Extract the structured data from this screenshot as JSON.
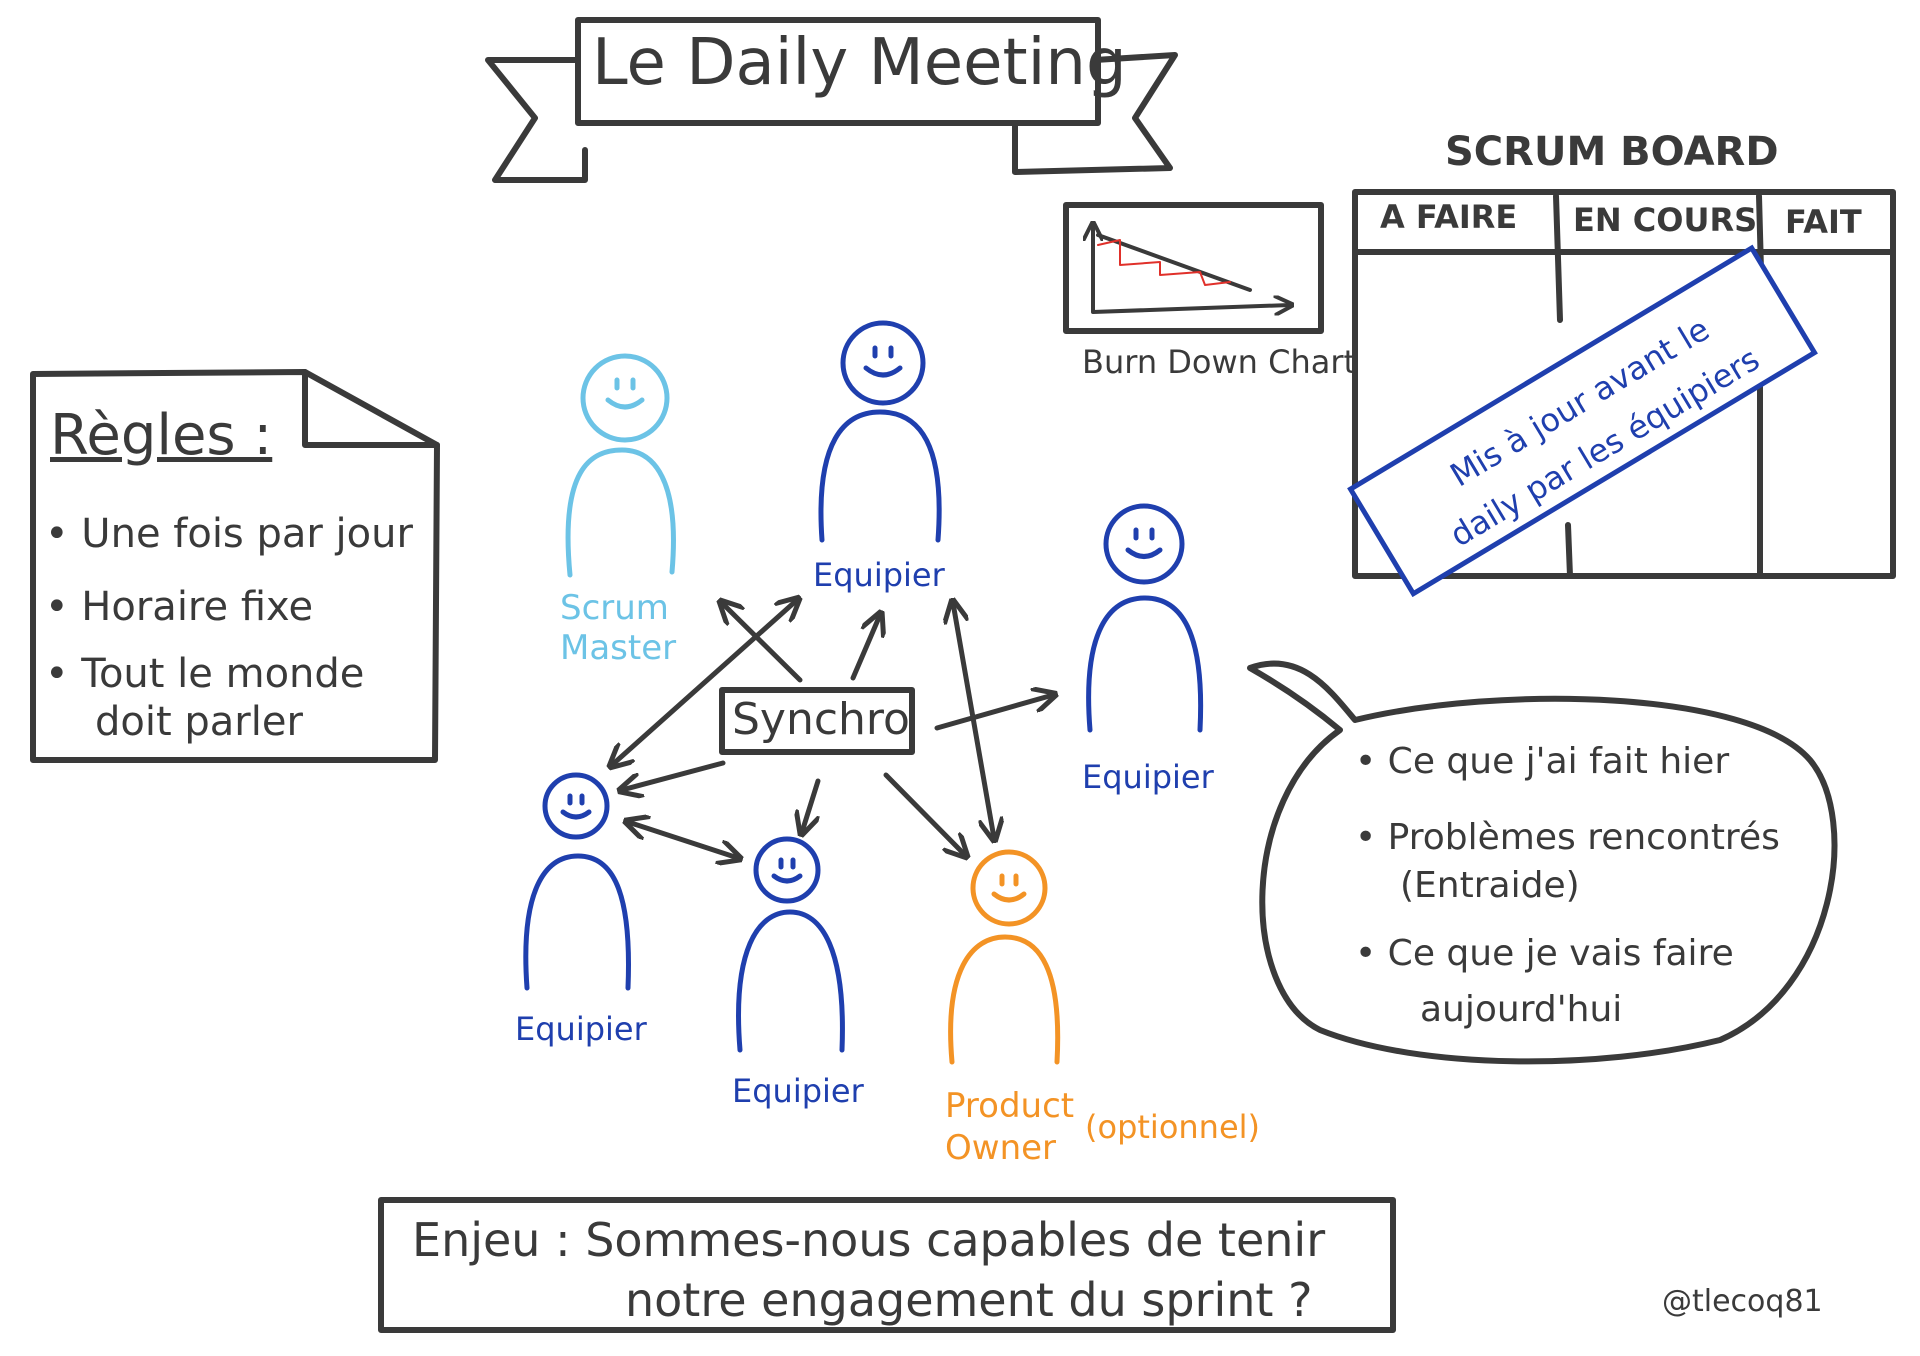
{
  "title": "Le Daily Meeting",
  "rules": {
    "heading": "Règles :",
    "items": [
      "• Une fois par jour",
      "• Horaire fixe",
      "• Tout le monde",
      "doit parler"
    ]
  },
  "burndown": {
    "label": "Burn Down Chart"
  },
  "scrum_board": {
    "title": "SCRUM BOARD",
    "columns": [
      "A FAIRE",
      "EN COURS",
      "FAIT"
    ],
    "sticky_note": [
      "Mis à jour avant le",
      "daily par les équipiers"
    ]
  },
  "center": {
    "label": "Synchro"
  },
  "roles": {
    "scrum_master": [
      "Scrum",
      "Master"
    ],
    "teammate": "Equipier",
    "product_owner": [
      "Product",
      "Owner"
    ],
    "optional": "(optionnel)"
  },
  "speech_bubble": {
    "items": [
      "• Ce que j'ai fait hier",
      "• Problèmes rencontrés",
      "(Entraide)",
      "• Ce que je vais faire",
      "aujourd'hui"
    ]
  },
  "stake": [
    "Enjeu : Sommes-nous capables de tenir",
    "notre engagement du sprint ?"
  ],
  "signature": "@tlecoq81",
  "colors": {
    "ink": "#3a3a3a",
    "blue": "#1f3fae",
    "light_blue": "#6cc3e6",
    "orange": "#f39325",
    "red": "#e0302a"
  }
}
